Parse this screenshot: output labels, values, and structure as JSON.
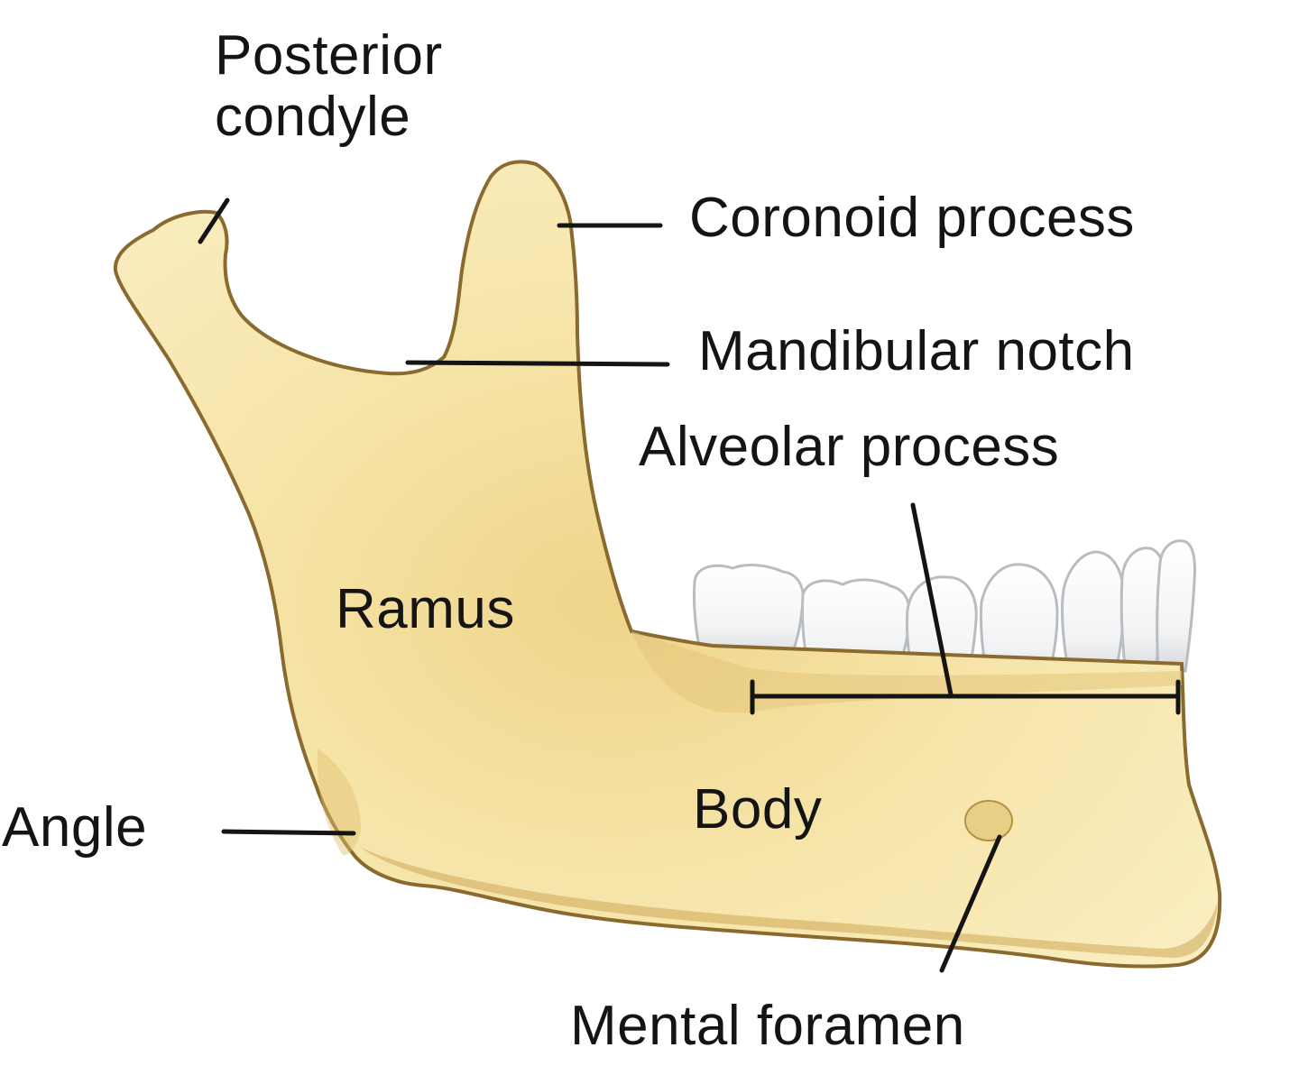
{
  "diagram": {
    "labels": {
      "posterior_condyle": [
        "Posterior",
        "condyle"
      ],
      "coronoid_process": "Coronoid process",
      "mandibular_notch": "Mandibular notch",
      "alveolar_process": "Alveolar process",
      "ramus": "Ramus",
      "angle": "Angle",
      "body": "Body",
      "mental_foramen": "Mental foramen"
    },
    "colors": {
      "bone_light": "#fbf0c6",
      "bone_mid": "#efd98f",
      "bone_shadow": "#d9b766",
      "bone_outline": "#8a6a2e",
      "tooth": "#ffffff",
      "tooth_shade": "#d6d9dc",
      "leader_line": "#141414"
    }
  }
}
